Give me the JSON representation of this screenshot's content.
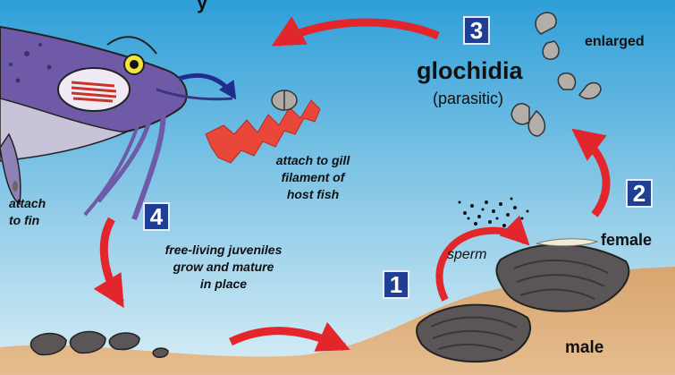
{
  "title_partial": "y",
  "steps": [
    {
      "number": "1",
      "text": "sperm"
    },
    {
      "number": "2",
      "text": ""
    },
    {
      "number": "3",
      "text": "glochidia"
    },
    {
      "number": "4",
      "text": "free-living juveniles grow and mature in place"
    }
  ],
  "labels": {
    "glochidia": "glochidia",
    "parasitic": "(parasitic)",
    "enlarged": "enlarged",
    "gill": [
      "attach to gill",
      "filament of",
      "host fish"
    ],
    "fin": [
      "attach",
      "to fin"
    ],
    "juveniles": [
      "free-living juveniles",
      "grow and mature",
      "in place"
    ],
    "female": "female",
    "male": "male",
    "sperm": "sperm"
  },
  "colors": {
    "sky_top": "#2f9fd8",
    "sky_bottom": "#d2ecf6",
    "sand": "#d9a877",
    "arrow": "#e3262b",
    "badge": "#1f3f97",
    "fish": "#6f5aa8",
    "mussel": "#5a5657"
  }
}
